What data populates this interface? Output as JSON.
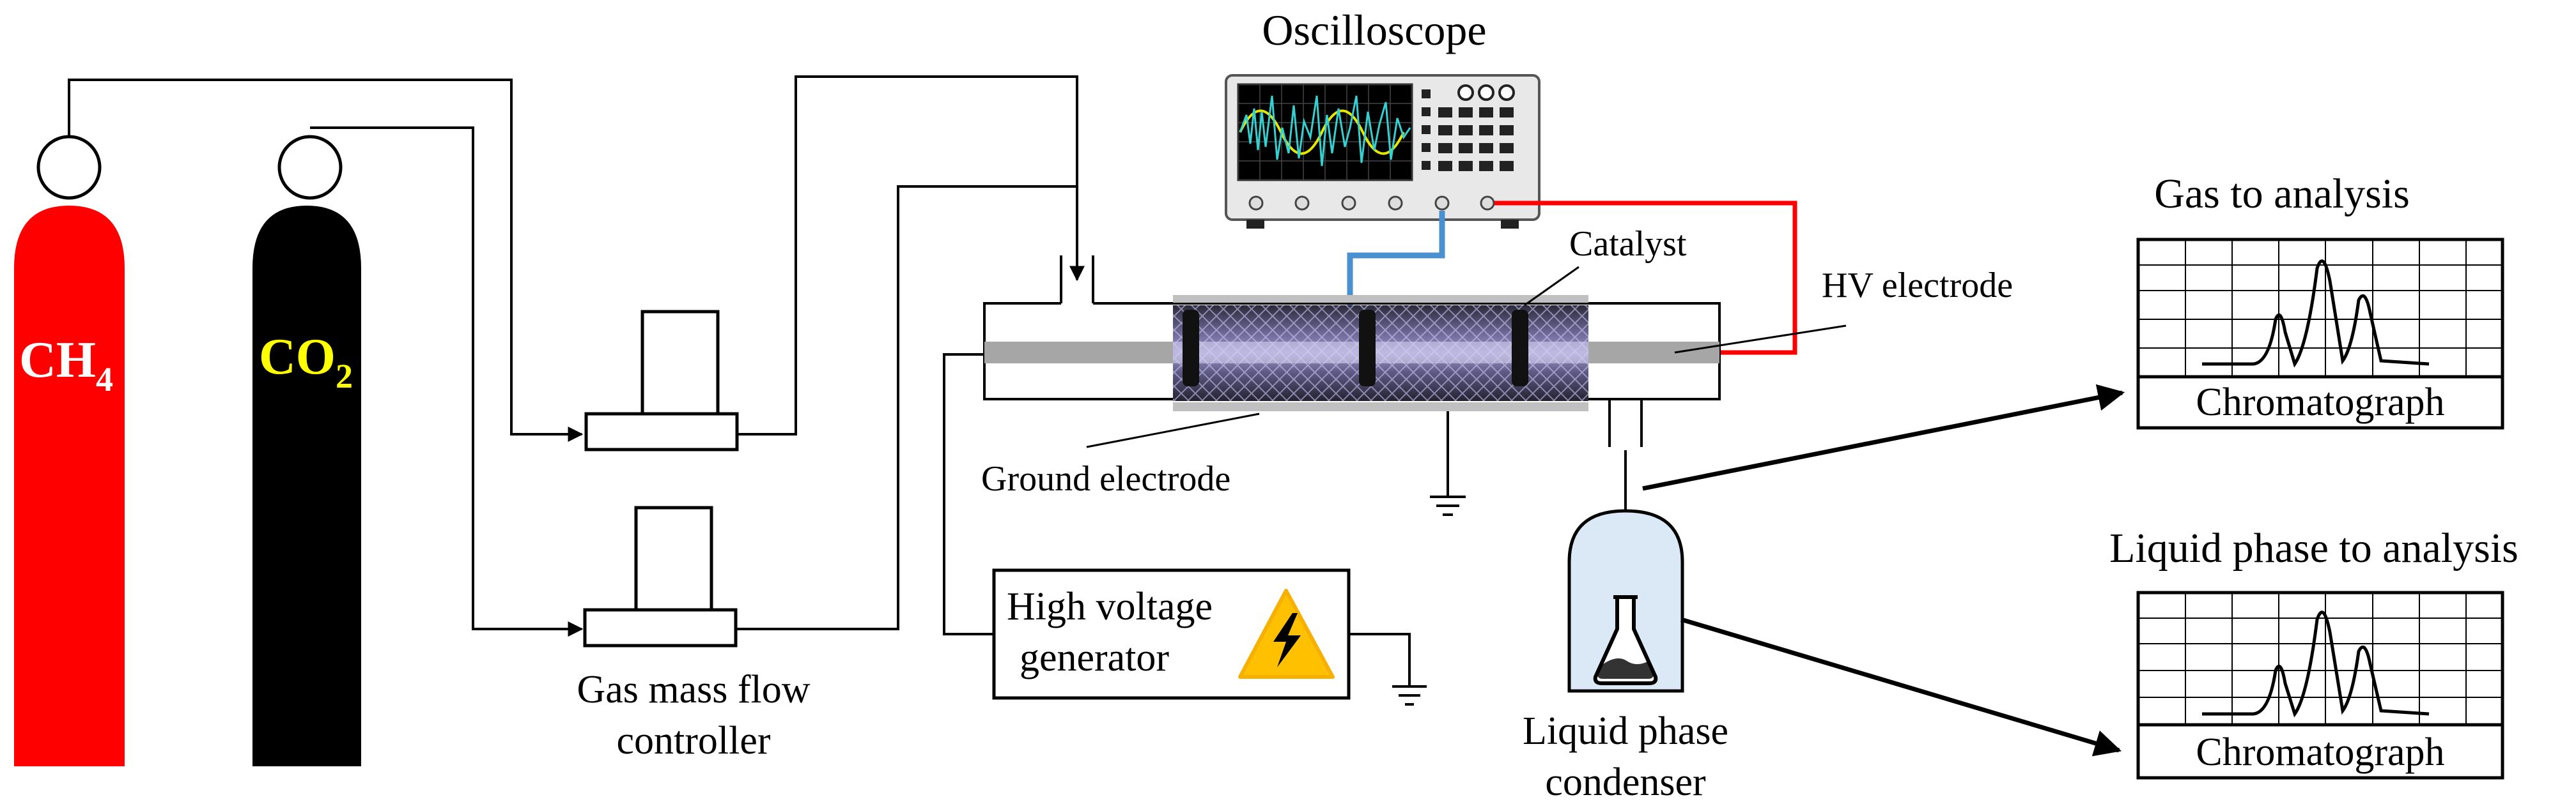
{
  "labels": {
    "oscilloscope": "Oscilloscope",
    "catalyst": "Catalyst",
    "hv_electrode": "HV electrode",
    "ground_electrode": "Ground electrode",
    "gas_to_analysis": "Gas to analysis",
    "liquid_to_analysis": "Liquid phase to analysis",
    "chromatograph_1": "Chromatograph",
    "chromatograph_2": "Chromatograph",
    "hv_generator_line1": "High voltage",
    "hv_generator_line2": "generator",
    "mfc_line1": "Gas mass flow",
    "mfc_line2": "controller",
    "condenser_line1": "Liquid phase",
    "condenser_line2": "condenser"
  },
  "cylinders": [
    {
      "formula": "CH",
      "subscript": "4",
      "body_color": "#ff0000",
      "label_color": "#ffffff"
    },
    {
      "formula": "CO",
      "subscript": "2",
      "body_color": "#000000",
      "label_color": "#ffff00"
    }
  ],
  "colors": {
    "hv_wire": "#ff0000",
    "probe_wire": "#4a8fd0",
    "condenser_fill": "#dbe8f5",
    "warning_bolt": "#ffc000",
    "scope_screen": "#000000"
  },
  "icons": [
    "high-voltage-warning-icon",
    "ground-symbol-icon",
    "flask-icon",
    "oscilloscope-icon",
    "gas-cylinder-icon"
  ]
}
